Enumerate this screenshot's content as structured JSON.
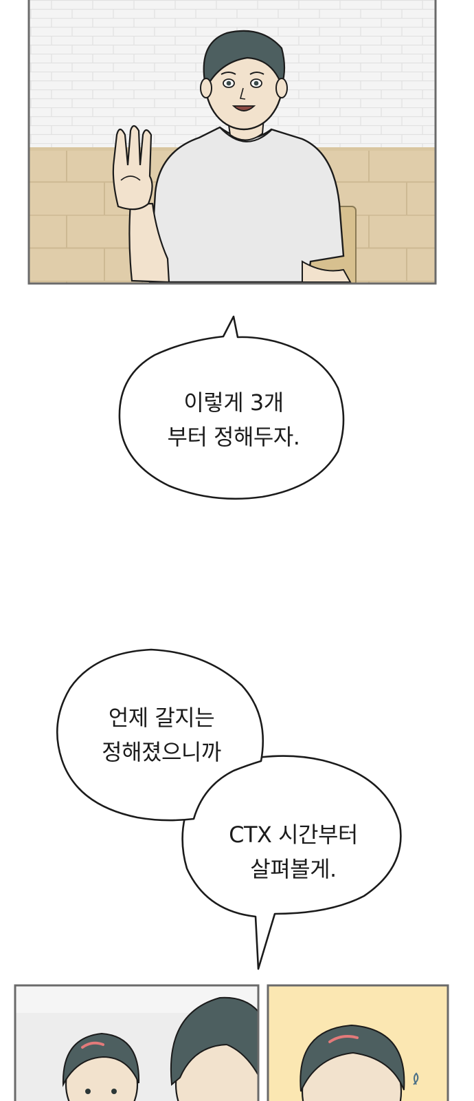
{
  "speech_bubbles": [
    {
      "lines": [
        "이렇게 3개",
        "부터 정해두자."
      ]
    },
    {
      "lines": [
        "언제 갈지는",
        "정해졌으니까"
      ]
    },
    {
      "lines": [
        "CTX 시간부터",
        "살펴볼게."
      ]
    }
  ],
  "colors": {
    "panel_border": "#6a6a6a",
    "wall_white": "#f4f4f4",
    "brick_tan": "#e0cdaa",
    "mortar": "#d2bf99",
    "shirt": "#e9e9e9",
    "skin": "#f2e2cd",
    "hair": "#4d5f60",
    "yellow_panel": "#fbe7b2",
    "outline": "#1b1b1b"
  },
  "icons": [
    "three-fingers-hand-icon"
  ]
}
